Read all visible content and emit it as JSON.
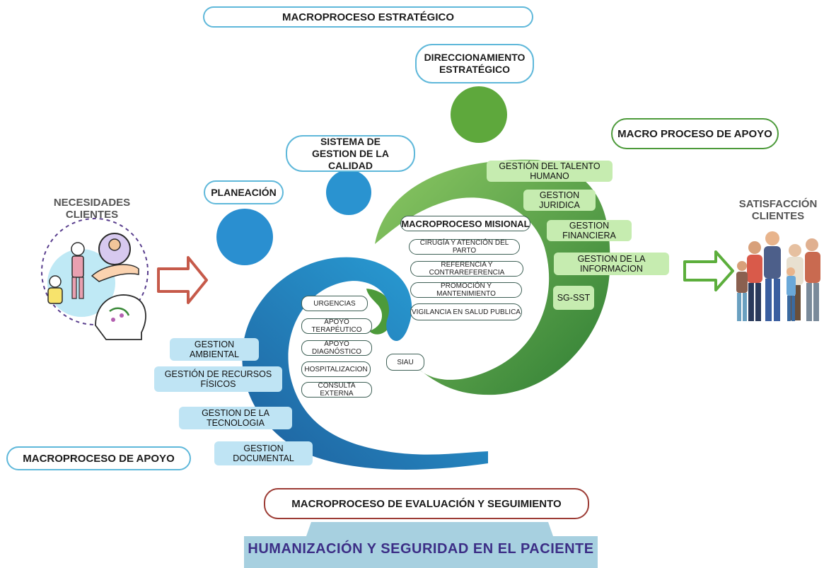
{
  "headers": {
    "estrategico": "MACROPROCESO ESTRATÉGICO",
    "apoyo_right": "MACRO PROCESO DE APOYO",
    "apoyo_left": "MACROPROCESO DE APOYO",
    "evaluacion": "MACROPROCESO DE  EVALUACIÓN Y SEGUIMIENTO"
  },
  "strategic_nodes": {
    "direccionamiento": "DIRECCIONAMIENTO ESTRATÉGICO",
    "sistema_calidad": "SISTEMA DE GESTION DE LA CALIDAD",
    "planeacion": "PLANEACIÓN"
  },
  "sides": {
    "necesidades": "NECESIDADES CLIENTES",
    "satisfaccion": "SATISFACCIÓN CLIENTES"
  },
  "support_right": [
    "GESTIÓN DEL TALENTO HUMANO",
    "GESTION JURIDICA",
    "GESTION FINANCIERA",
    "GESTION DE LA INFORMACION",
    "SG-SST"
  ],
  "support_left": [
    "GESTION AMBIENTAL",
    "GESTIÓN DE RECURSOS FÍSICOS",
    "GESTION DE LA TECNOLOGIA",
    "GESTION DOCUMENTAL"
  ],
  "misional": {
    "title": "MACROPROCESO MISIONAL",
    "items": [
      "CIRUGÍA Y ATENCIÓN DEL PARTO",
      "REFERENCIA Y CONTRAREFERENCIA",
      "PROMOCIÓN Y MANTENIMIENTO",
      "VIGILANCIA EN SALUD PUBLICA"
    ]
  },
  "services": [
    "URGENCIAS",
    "APOYO TERAPÉUTICO",
    "APOYO DIAGNÓSTICO",
    "HOSPITALIZACION",
    "CONSULTA EXTERNA"
  ],
  "siau": "SIAU",
  "banner": "HUMANIZACIÓN Y SEGURIDAD EN EL PACIENTE",
  "colors": {
    "green": "#5ea83c",
    "green_light": "#c6ecb0",
    "blue": "#2a93d0",
    "blue_light": "#bfe4f4",
    "arrow_red": "#c65a4a",
    "arrow_green": "#5cae3c",
    "banner": "#a7d0e0",
    "banner_text": "#3c2e86"
  }
}
